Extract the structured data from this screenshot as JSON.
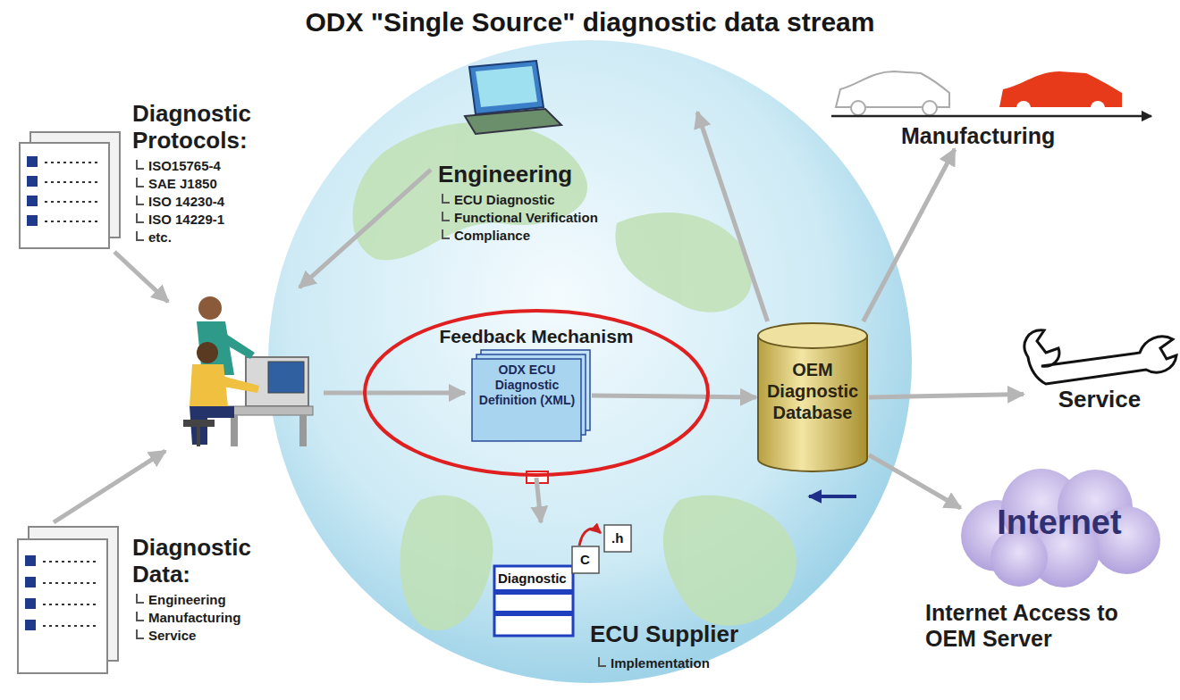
{
  "diagram": {
    "title": "ODX \"Single Source\" diagnostic data stream",
    "nodes": [
      {
        "text": [
          "Diagnostic Protocols:",
          "ISO15765-4",
          "SAE J1850",
          "ISO 14230-4",
          "ISO 14229-1",
          "etc."
        ]
      },
      {
        "text": [
          "Engineering",
          "ECU Diagnostic",
          "Functional Verification",
          "Compliance"
        ]
      },
      {
        "text": [
          "Manufacturing"
        ]
      },
      {
        "text": [
          "Feedback Mechanism"
        ]
      },
      {
        "text": [
          "ODX ECU Diagnostic Definition (XML)"
        ],
        "in": 3
      },
      {
        "text": [
          "OEM Diagnostic Database"
        ]
      },
      {
        "text": [
          "Service"
        ]
      },
      {
        "text": [
          "Internet",
          "Internet Access to OEM Server"
        ]
      },
      {
        "text": [
          "Diagnostic Data:",
          "Engineering",
          "Manufacturing",
          "Service"
        ]
      },
      {
        "text": [
          "ECU Supplier",
          "Implementation"
        ]
      }
    ],
    "edges": [
      {
        "from": 4,
        "to": 5,
        "arrow": "to"
      },
      {
        "from": 5,
        "to": 1,
        "arrow": "to"
      },
      {
        "from": 5,
        "to": 2,
        "arrow": "to"
      },
      {
        "from": 5,
        "to": 6,
        "arrow": "to"
      },
      {
        "from": 5,
        "to": 7,
        "arrow": "to"
      },
      {
        "from": 3,
        "to": 9,
        "arrow": "to"
      }
    ],
    "labels": [
      "Diagnostic",
      "C",
      ".h"
    ]
  }
}
